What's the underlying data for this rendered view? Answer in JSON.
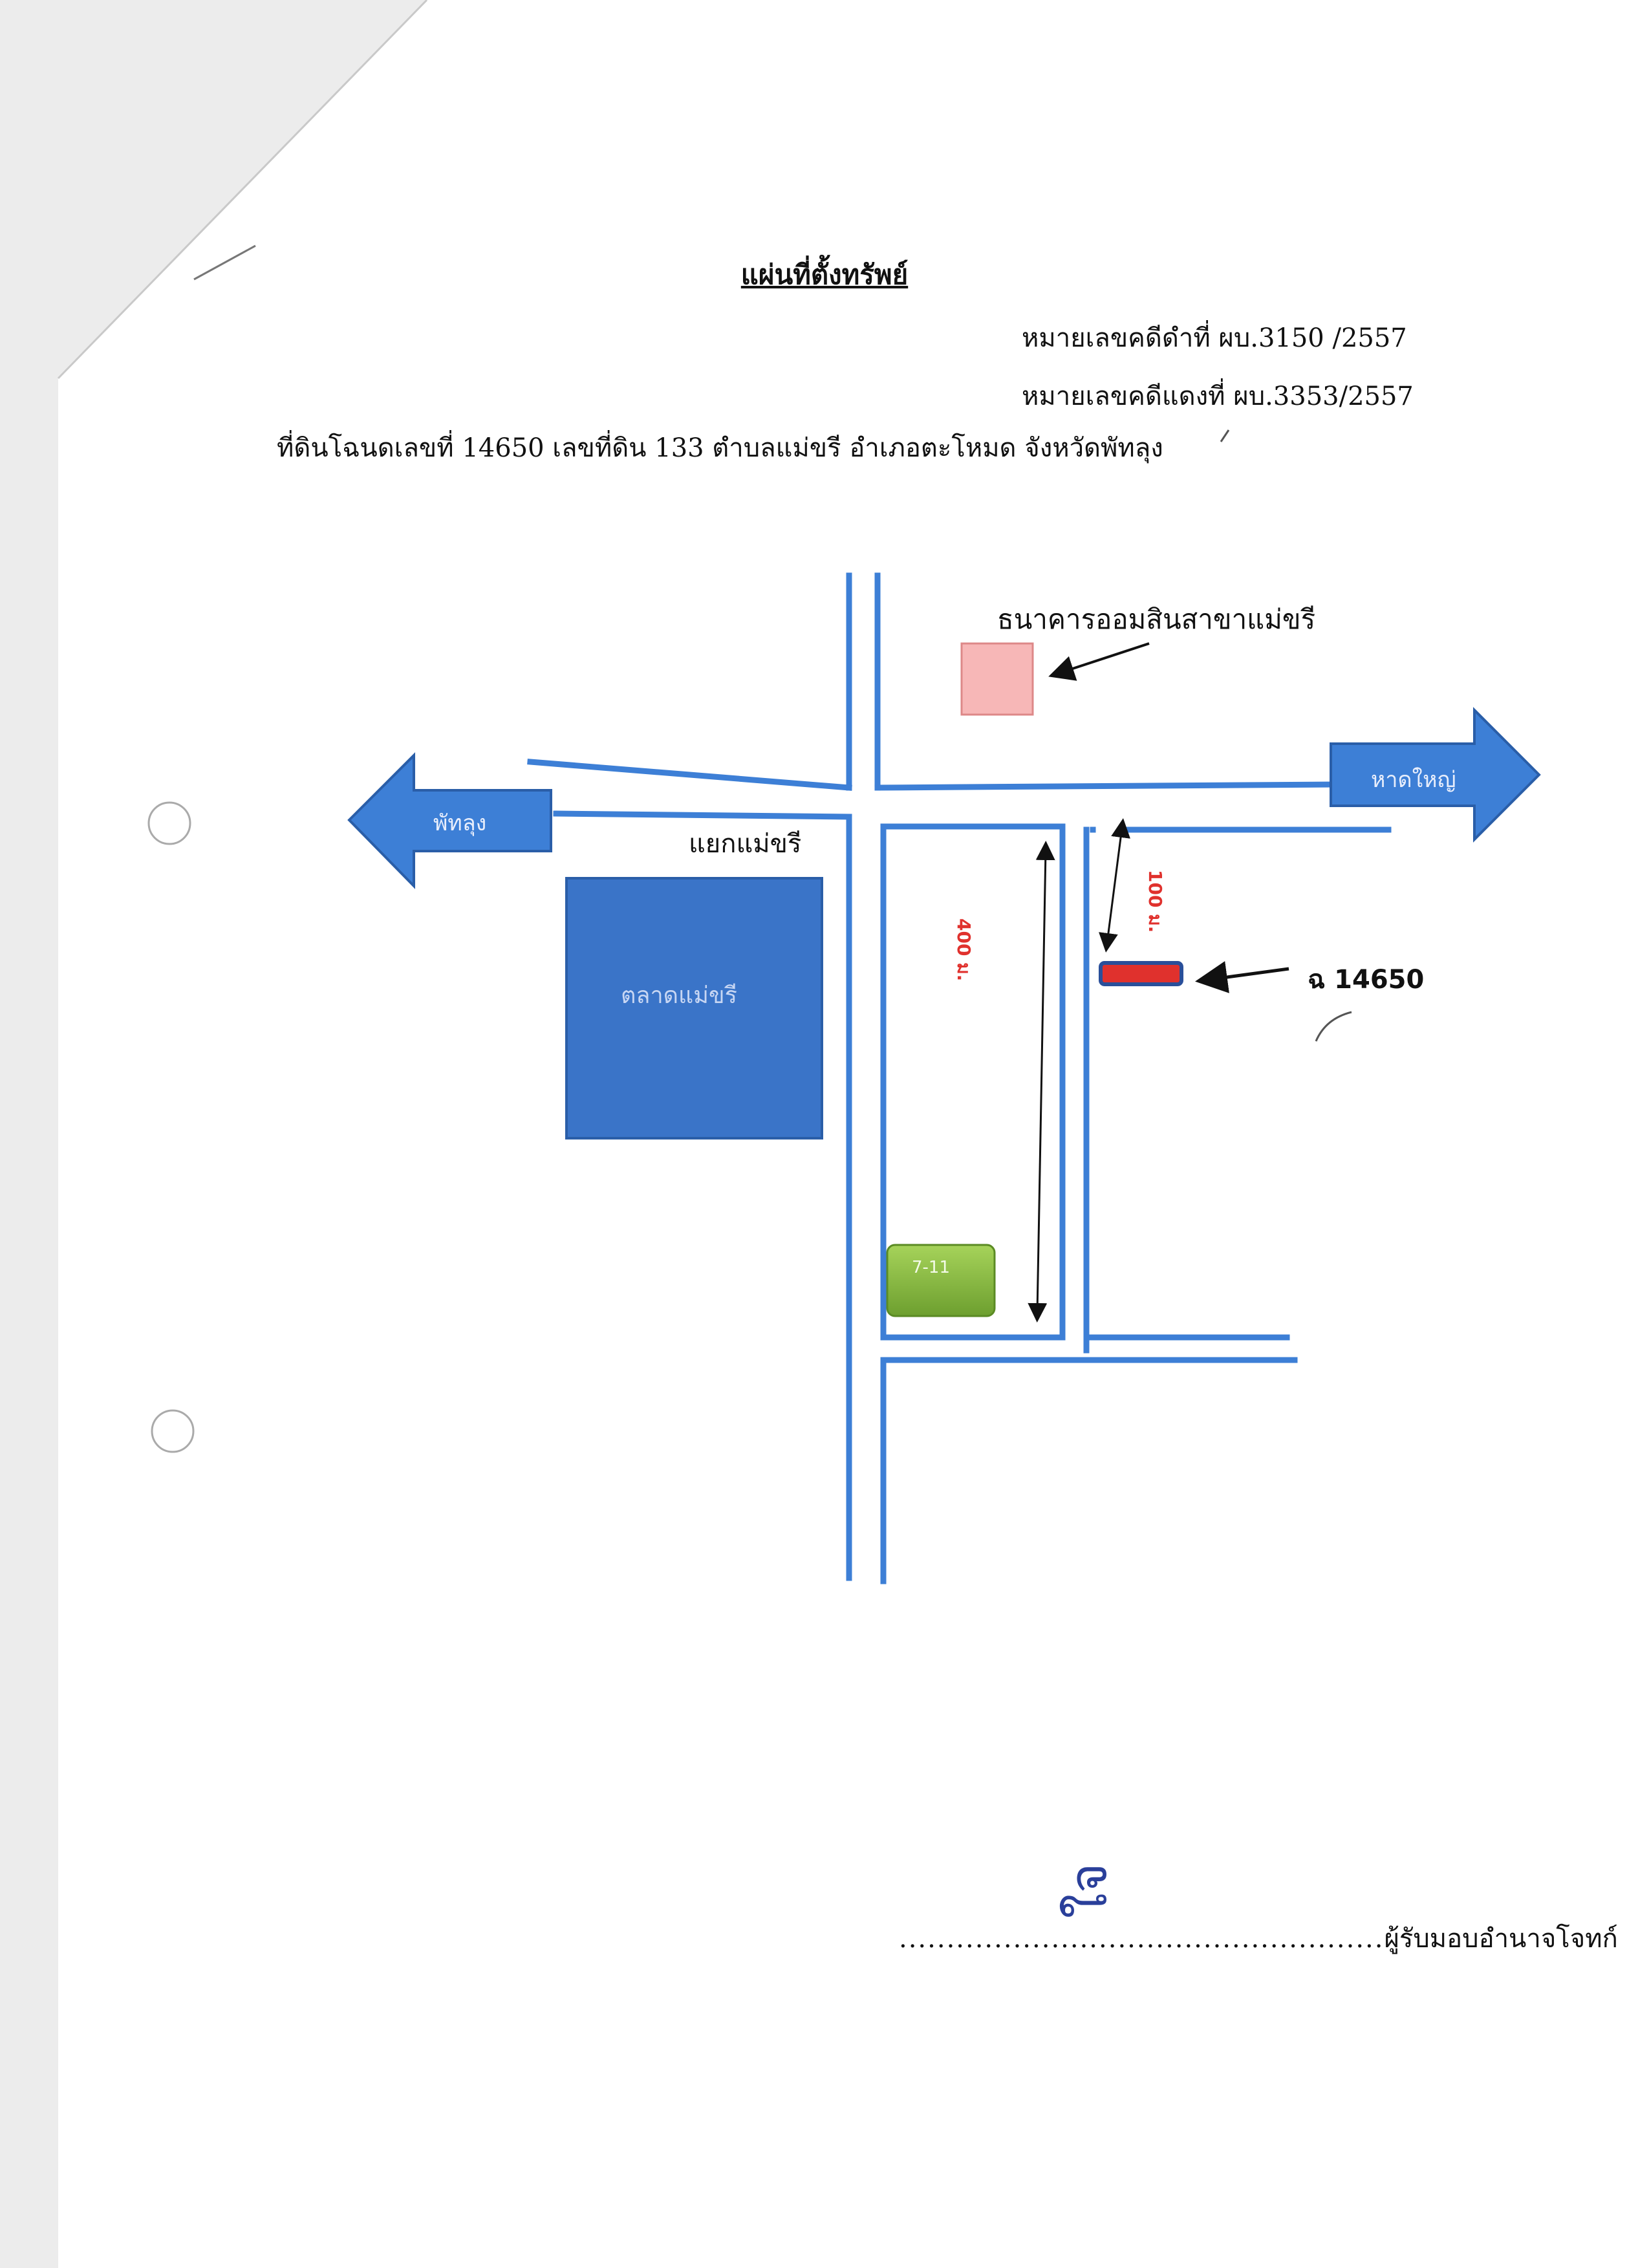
{
  "document": {
    "title": "แผ่นที่ตั้งทรัพย์",
    "black_case_no": "หมายเลขคดีดำที่  ผบ.3150 /2557",
    "red_case_no": "หมายเลขคดีแดงที่  ผบ.3353/2557",
    "land_description": "ที่ดินโฉนดเลขที่ 14650  เลขที่ดิน 133  ตำบลแม่ขรี   อำเภอตะโหมด   จังหวัดพัทลุง"
  },
  "map": {
    "bank_label": "ธนาคารออมสินสาขาแม่ขรี",
    "arrow_left_label": "พัทลุง",
    "arrow_right_label": "หาดใหญ่",
    "junction_label": "แยกแม่ขรี",
    "market_label": "ตลาดแม่ขรี",
    "store_label": "7-11",
    "distance_400": "400 ม.",
    "distance_100": "100 ม.",
    "plot_label": "ฉ 14650",
    "colors": {
      "road": "#3d7fd6",
      "market": "#3a74c8",
      "bank": "#f7b7b7",
      "store": "#7fb33a",
      "plot": "#e0312d",
      "distance_text": "#e0312d"
    }
  },
  "signature": {
    "dots": "...................................................",
    "role": "ผู้รับมอบอำนาจโจทก์",
    "mark": "ใจ"
  }
}
